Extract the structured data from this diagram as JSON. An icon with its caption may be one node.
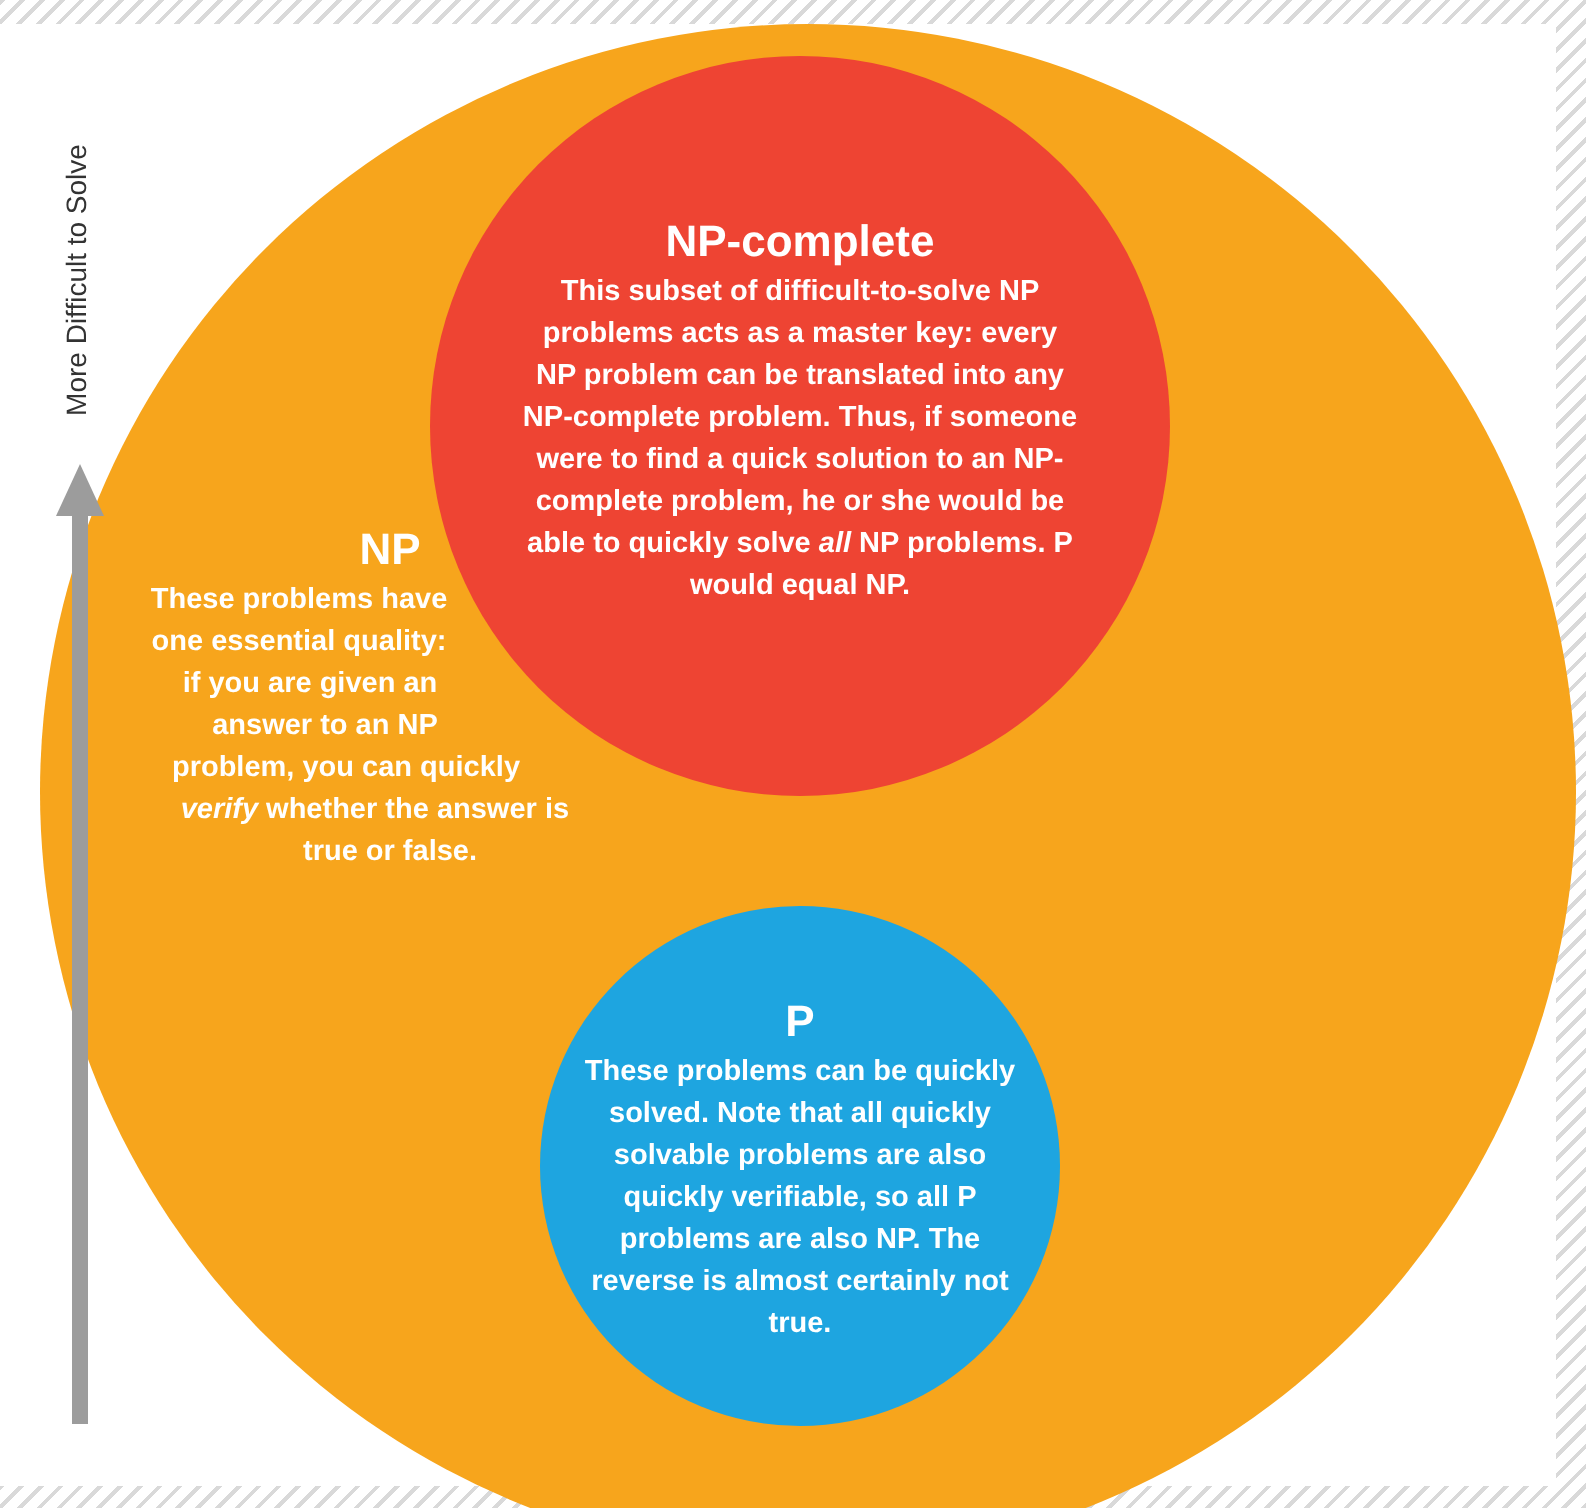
{
  "diagram": {
    "nodes": [
      {
        "text": [
          "NP",
          "These problems have one essential quality: if you are given an answer to an NP problem, you can quickly *verify* whether the answer is true or false."
        ]
      },
      {
        "text": [
          "NP-complete",
          "This subset of difficult-to-solve NP problems acts as a master key: every NP problem can be translated into any NP-complete problem. Thus, if someone were to find a quick solution to an NP-complete problem, he or she would be able to quickly solve *all* NP problems. P would equal NP."
        ],
        "in": 0
      },
      {
        "text": [
          "P",
          "These problems can be quickly solved. Note that all quickly solvable problems are also quickly verifiable, so all P problems are also NP. The reverse is almost certainly not true."
        ],
        "in": 0
      }
    ],
    "labels": [
      "More Difficult to Solve"
    ]
  }
}
